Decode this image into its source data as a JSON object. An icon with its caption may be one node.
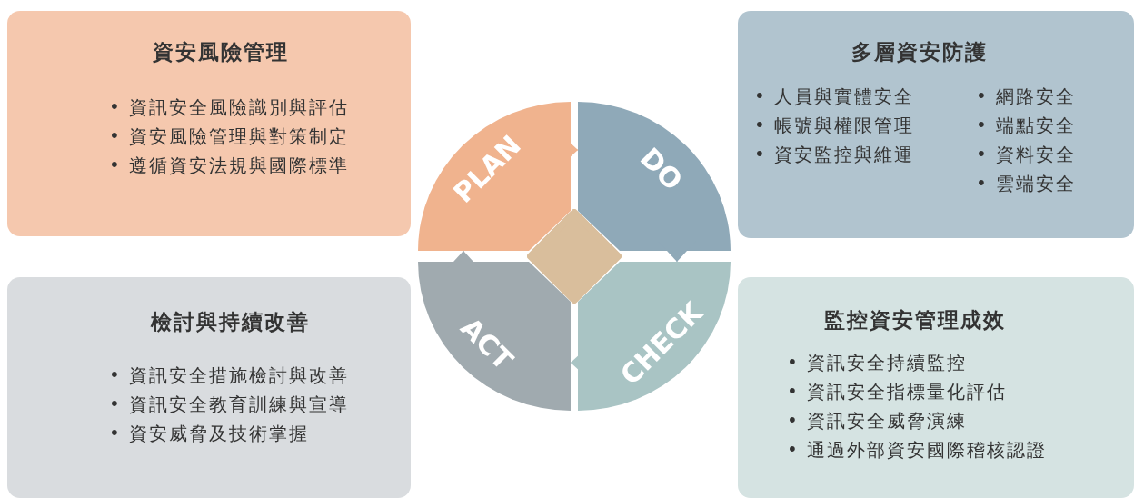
{
  "diagram": {
    "nodes": [
      {
        "text": [
          "資安風險管理",
          "• 資訊安全風險識別與評估",
          "• 資安風險管理與對策制定",
          "• 遵循資安法規與國際標準"
        ]
      },
      {
        "text": [
          "多層資安防護",
          "• 人員與實體安全",
          "• 帳號與權限管理",
          "• 資安監控與維運",
          "• 網路安全",
          "• 端點安全",
          "• 資料安全",
          "• 雲端安全"
        ]
      },
      {
        "text": [
          "檢討與持續改善",
          "• 資訊安全措施檢討與改善",
          "• 資訊安全教育訓練與宣導",
          "• 資安威脅及技術掌握"
        ]
      },
      {
        "text": [
          "監控資安管理成效",
          "• 資訊安全持續監控",
          "• 資訊安全指標量化評估",
          "• 資訊安全威脅演練",
          "• 通過外部資安國際稽核認證"
        ]
      },
      {
        "text": [
          "PLAN"
        ]
      },
      {
        "text": [
          "DO"
        ]
      },
      {
        "text": [
          "CHECK"
        ]
      },
      {
        "text": [
          "ACT"
        ]
      },
      {
        "text": [],
        "shape": "diamond"
      }
    ],
    "edges": [
      {
        "from": 4,
        "to": 5,
        "arrow": "to",
        "color": "#f0b38e"
      },
      {
        "from": 5,
        "to": 6,
        "arrow": "to",
        "color": "#8fa9b8"
      },
      {
        "from": 6,
        "to": 7,
        "arrow": "to",
        "color": "#a9c4c4"
      },
      {
        "from": 7,
        "to": 4,
        "arrow": "to",
        "color": "#a0aaaf"
      }
    ]
  }
}
